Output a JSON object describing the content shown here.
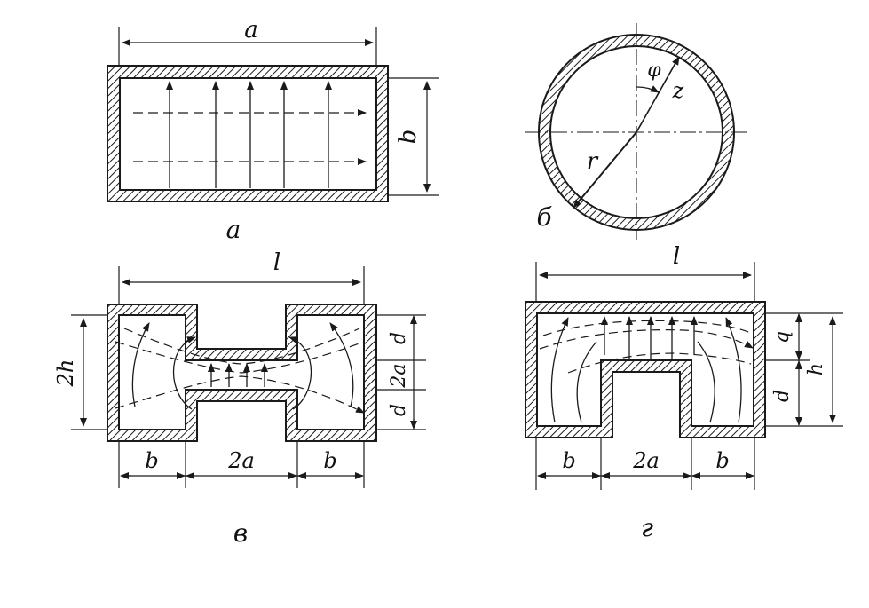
{
  "colors": {
    "ink": "#1a1a1a",
    "paper": "#ffffff"
  },
  "panel_a": {
    "dim_width": "a",
    "dim_height": "b",
    "caption": "а"
  },
  "panel_b": {
    "angle": "φ",
    "axis": "z",
    "radius": "r",
    "caption": "б"
  },
  "panel_v": {
    "dim_length": "l",
    "dim_height": "2h",
    "dim_gap_top": "d",
    "dim_gap_mid": "2a",
    "dim_gap_bottom": "d",
    "dim_left": "b",
    "dim_center": "2a",
    "dim_right": "b",
    "caption": "в"
  },
  "panel_g": {
    "dim_length": "l",
    "dim_q": "q",
    "dim_h": "h",
    "dim_d": "d",
    "dim_left": "b",
    "dim_center": "2a",
    "dim_right": "b",
    "caption": "г"
  }
}
